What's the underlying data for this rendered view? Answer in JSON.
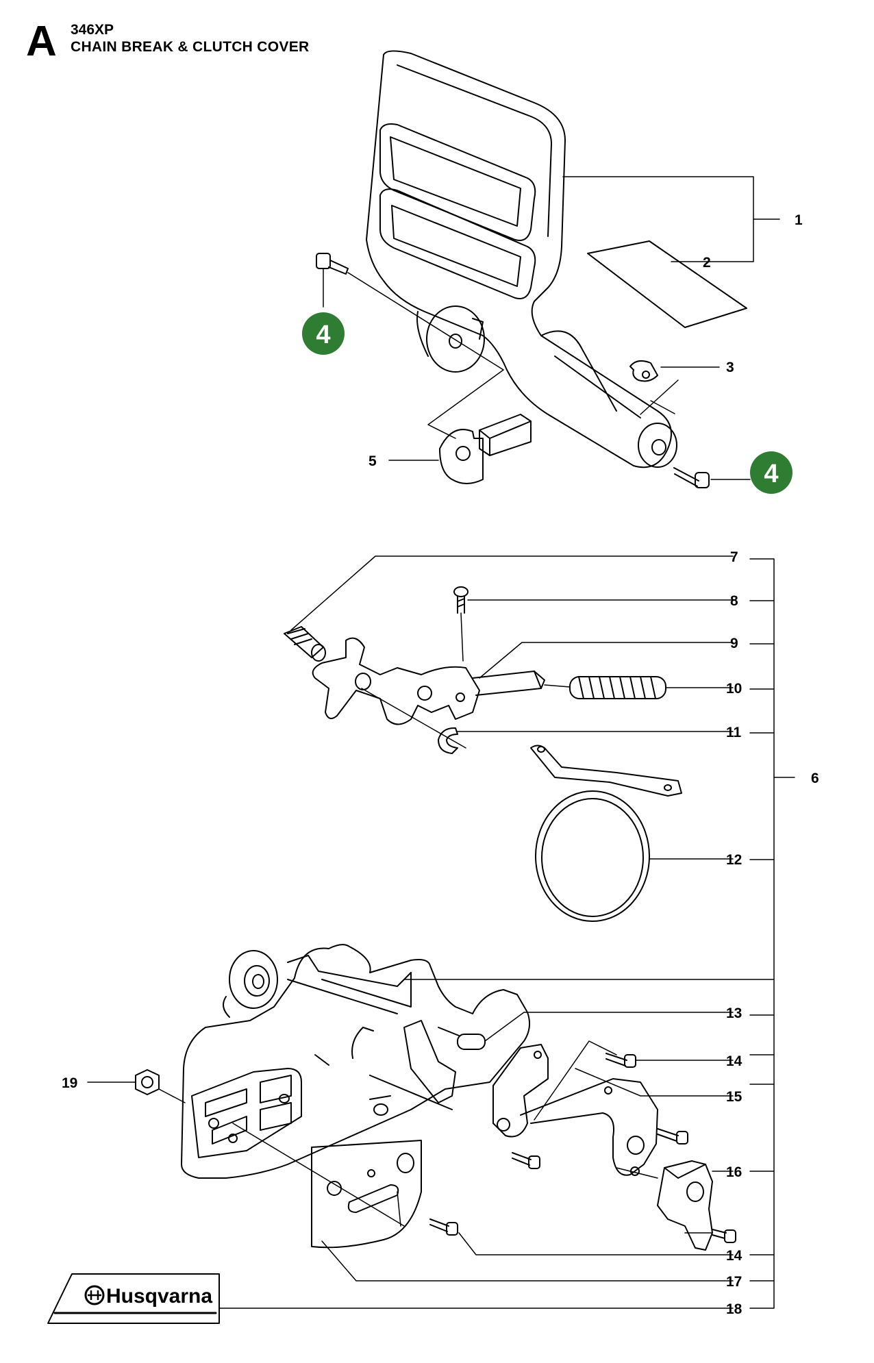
{
  "header": {
    "section_letter": "A",
    "model": "346XP",
    "title": "CHAIN BREAK & CLUTCH COVER"
  },
  "callouts": {
    "c1": "1",
    "c2": "2",
    "c3": "3",
    "c4a": "4",
    "c4b": "4",
    "c5": "5",
    "c6": "6",
    "c7": "7",
    "c8": "8",
    "c9": "9",
    "c10": "10",
    "c11": "11",
    "c12": "12",
    "c13": "13",
    "c14a": "14",
    "c14b": "14",
    "c15": "15",
    "c16": "16",
    "c17": "17",
    "c18": "18",
    "c19": "19"
  },
  "brand": {
    "logo_text": "Husqvarna"
  },
  "colors": {
    "badge": "#2e7d32",
    "line": "#000000"
  }
}
